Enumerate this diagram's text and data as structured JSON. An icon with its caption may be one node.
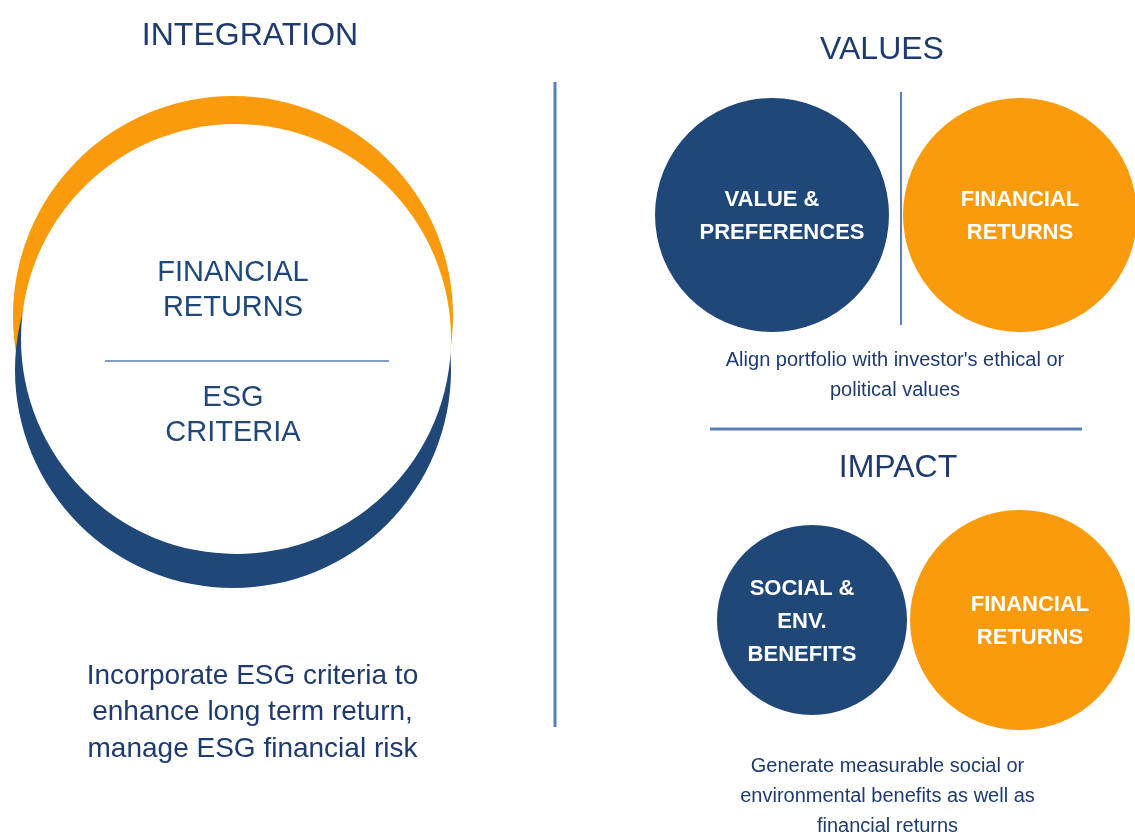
{
  "diagram": {
    "nodes": [
      {
        "text": [
          "FINANCIAL RETURNS",
          "ESG CRITERIA"
        ]
      },
      {
        "text": [
          "VALUE & PREFERENCES"
        ]
      },
      {
        "text": [
          "FINANCIAL RETURNS"
        ]
      },
      {
        "text": [
          "SOCIAL & ENV. BENEFITS"
        ]
      },
      {
        "text": [
          "FINANCIAL RETURNS"
        ]
      }
    ],
    "edges": [],
    "labels": [
      "INTEGRATION",
      "VALUES",
      "IMPACT",
      "Incorporate ESG criteria to enhance long term return, manage ESG financial risk",
      "Align portfolio with investor's ethical or political values",
      "Generate measurable social or environmental benefits as well as financial returns"
    ]
  }
}
